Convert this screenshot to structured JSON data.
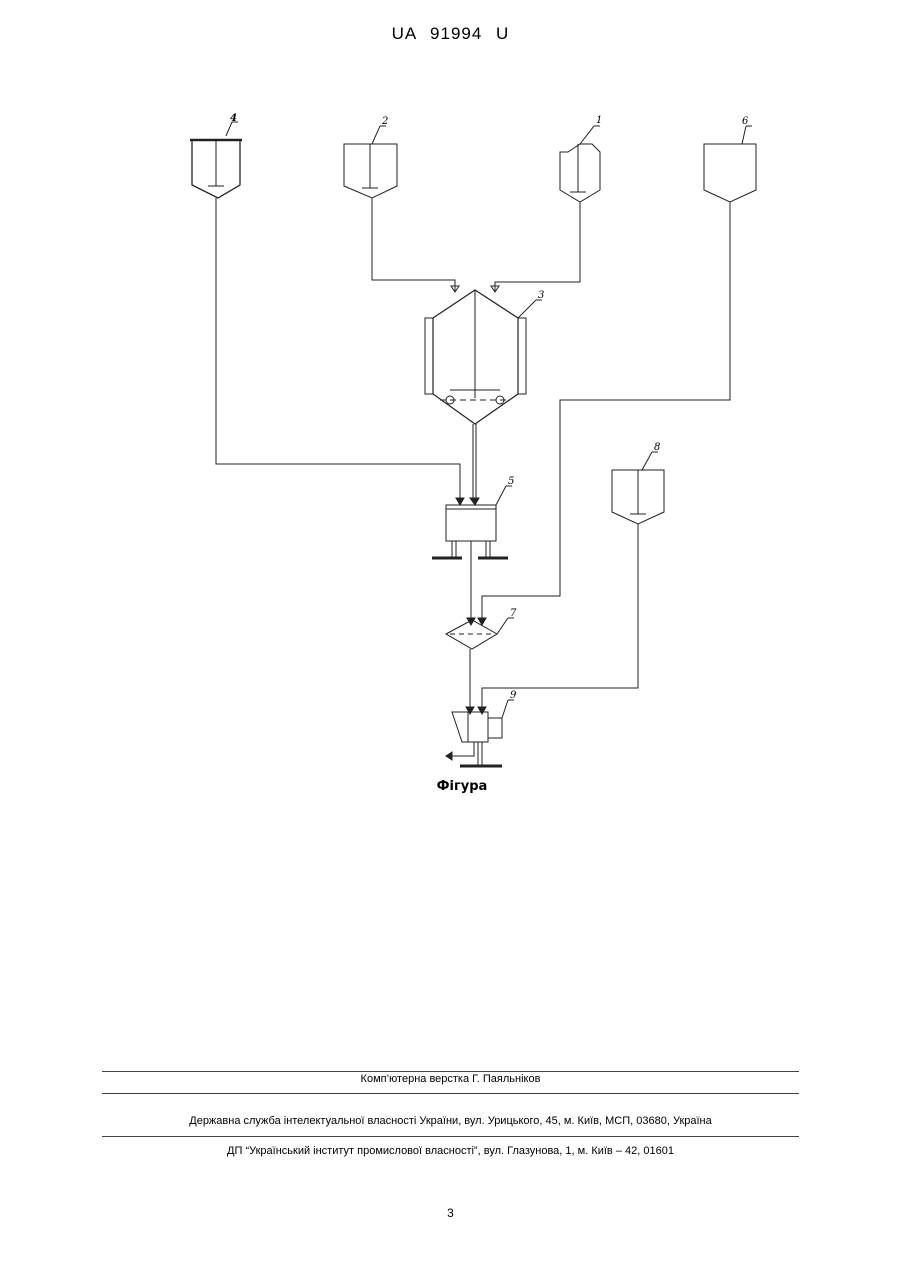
{
  "header": {
    "doc_number": "UA 91994 U"
  },
  "figure": {
    "caption": "Фігура",
    "labels": {
      "n1": "1",
      "n2": "2",
      "n3": "3",
      "n4": "4",
      "n5": "5",
      "n6": "6",
      "n7": "7",
      "n8": "8",
      "n9": "9"
    }
  },
  "footer": {
    "layout_credit": "Комп’ютерна верстка Г. Паяльніков",
    "agency": "Державна служба інтелектуальної власності України, вул. Урицького, 45, м. Київ, МСП, 03680, Україна",
    "institute": "ДП “Український інститут промислової власності”, вул. Глазунова, 1, м. Київ – 42, 01601"
  },
  "page_number": "3"
}
